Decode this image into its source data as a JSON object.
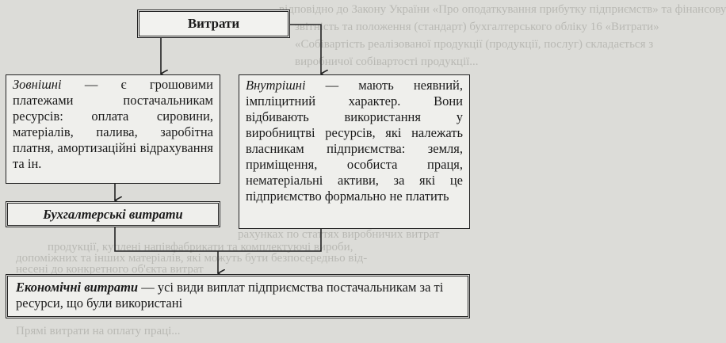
{
  "background_lines": [
    "відповідно до Закону України «Про оподаткування прибутку підприємств» та фінансову",
    "звітність та положення (стандарт) бухгалтерського обліку 16 «Витрати»",
    "«Собівартість реалізованої продукції (продукції, послуг) складається з",
    "виробничої собівартості продукції...",
    "...",
    "рахунках по статтях виробничих витрат",
    "продукції, куплені напівфабрикати та комплектуючі вироби,",
    "допоміжних та інших матеріалів, які можуть бути безпосередньо від-",
    "несені до конкретного об'єкта витрат",
    "Прямі витрати на оплату праці..."
  ],
  "diagram": {
    "root": {
      "label": "Витрати"
    },
    "external": {
      "term": "Зовнішні",
      "text": " — є грошовими платежами постачальникам ресурсів: оплата сировини, матеріалів, палива, заробітна платня, амортизаційні відрахування та ін."
    },
    "internal": {
      "term": "Внутрішні",
      "text": " — мають неявний, імпліцитний характер. Вони відбивають використання у виробництві ресурсів, які належать власникам підприємства: земля, приміщення, особиста праця, нематеріальні активи, за які це підприємство формально не платить"
    },
    "accounting": {
      "label": "Бухгалтерські витрати"
    },
    "economic": {
      "term": "Економічні витрати",
      "text": " — усі види виплат підприємства постачальникам за ті ресурси, що були використані"
    }
  }
}
